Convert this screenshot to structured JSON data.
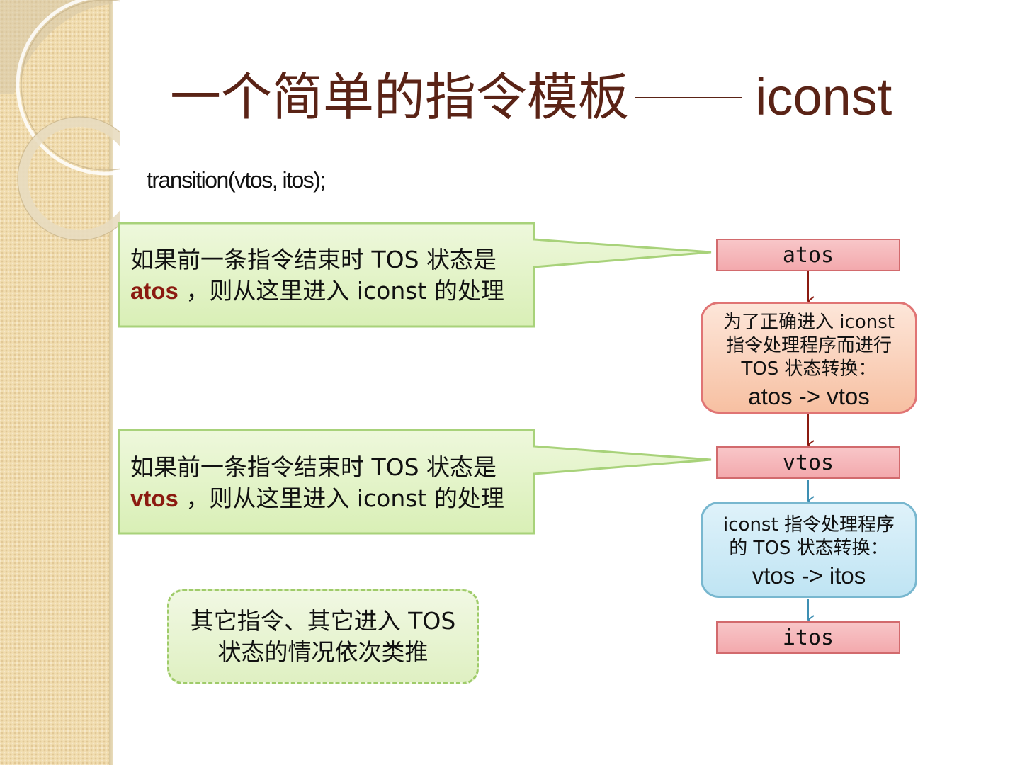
{
  "title": {
    "cn": "一个简单的指令模板",
    "en": "iconst"
  },
  "code": "transition(vtos, itos);",
  "callouts": [
    {
      "line1": "如果前一条指令结束时 TOS 状态是",
      "state": "atos",
      "rest": " ，则从这里进入 iconst 的处理"
    },
    {
      "line1": "如果前一条指令结束时 TOS 状态是",
      "state": "vtos",
      "rest": " ，则从这里进入 iconst 的处理"
    }
  ],
  "flow": {
    "states": [
      "atos",
      "vtos",
      "itos"
    ],
    "proc1": {
      "lines": [
        "为了正确进入 iconst",
        "指令处理程序而进行",
        "TOS 状态转换："
      ],
      "transition": "atos -> vtos"
    },
    "proc2": {
      "lines": [
        "iconst 指令处理程序",
        "的 TOS 状态转换："
      ],
      "transition": "vtos -> itos"
    }
  },
  "note": {
    "line1": "其它指令、其它进入 TOS",
    "line2": "状态的情况依次类推"
  },
  "colors": {
    "title": "#5a2316",
    "highlight": "#8b1a10",
    "callout_fill": "#e5f4c8",
    "callout_border": "#a8d27a",
    "state_fill": "#f6b8bb",
    "state_border": "#d26a6d",
    "arrow_red": "#8b1a10",
    "arrow_blue": "#3d8fb3"
  }
}
